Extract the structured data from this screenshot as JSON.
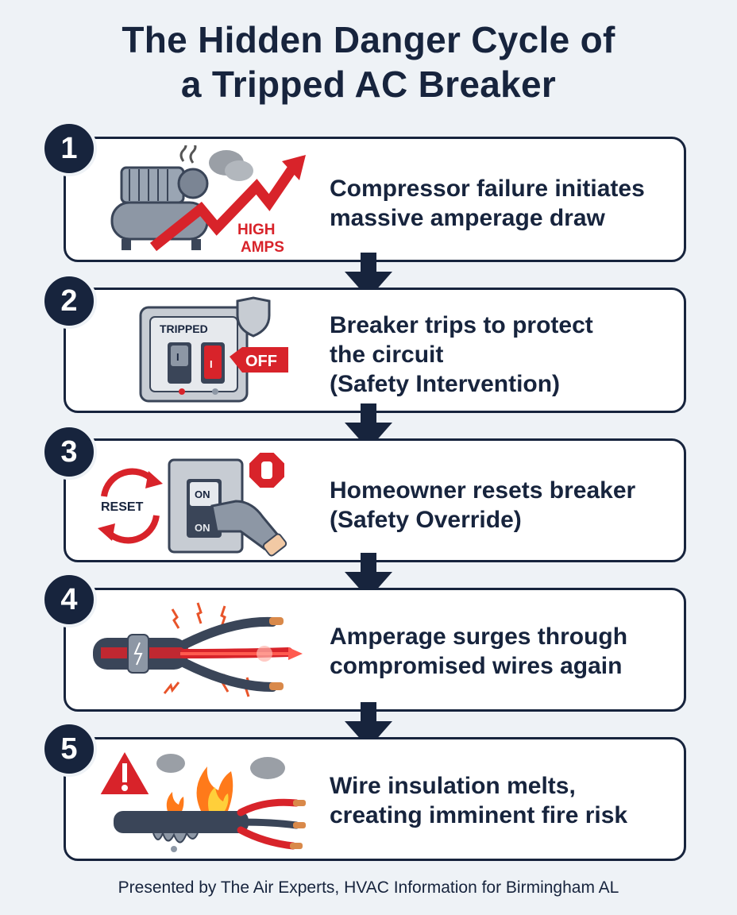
{
  "title": {
    "line1": "The Hidden Danger Cycle of",
    "line2": "a Tripped AC Breaker"
  },
  "steps": [
    {
      "number": "1",
      "lines": [
        "Compressor failure initiates",
        "massive amperage draw"
      ],
      "icon": "compressor-high-amps-icon",
      "art_labels": {
        "high": "HIGH",
        "amps": "AMPS"
      }
    },
    {
      "number": "2",
      "lines": [
        "Breaker trips to protect",
        "the circuit",
        "(Safety Intervention)"
      ],
      "icon": "tripped-breaker-icon",
      "art_labels": {
        "tripped": "TRIPPED",
        "off": "OFF",
        "switch": "I"
      }
    },
    {
      "number": "3",
      "lines": [
        "Homeowner resets breaker",
        "(Safety Override)"
      ],
      "icon": "reset-breaker-icon",
      "art_labels": {
        "reset": "RESET",
        "on_top": "ON",
        "on_bottom": "ON"
      }
    },
    {
      "number": "4",
      "lines": [
        "Amperage surges through",
        "compromised wires again"
      ],
      "icon": "surging-wires-icon"
    },
    {
      "number": "5",
      "lines": [
        "Wire insulation melts,",
        "creating imminent fire risk"
      ],
      "icon": "melting-wire-fire-icon"
    }
  ],
  "footer": "Presented by The Air Experts, HVAC Information for Birmingham AL",
  "colors": {
    "navy": "#17243d",
    "danger_red": "#d8232a",
    "background": "#eef2f6",
    "card": "#ffffff"
  }
}
